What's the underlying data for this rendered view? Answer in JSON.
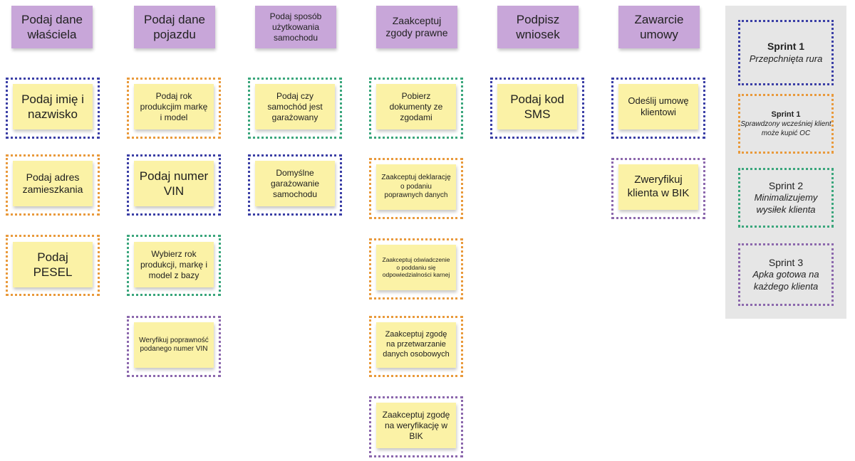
{
  "headers": [
    {
      "text": "Podaj dane właściela"
    },
    {
      "text": "Podaj dane pojazdu"
    },
    {
      "text": "Podaj sposób użytkowania samochodu"
    },
    {
      "text": "Zaakceptuj zgody prawne"
    },
    {
      "text": "Podpisz wniosek"
    },
    {
      "text": "Zawarcie umowy"
    }
  ],
  "cards": [
    {
      "text": "Podaj imię i nazwisko",
      "sprint": "blue"
    },
    {
      "text": "Podaj adres zamieszkania",
      "sprint": "orange"
    },
    {
      "text": "Podaj PESEL",
      "sprint": "orange"
    },
    {
      "text": "Podaj rok produkcjim markę i model",
      "sprint": "orange"
    },
    {
      "text": "Podaj numer VIN",
      "sprint": "blue"
    },
    {
      "text": "Wybierz rok produkcji, markę i model z bazy",
      "sprint": "green"
    },
    {
      "text": "Weryfikuj poprawność podanego numer VIN",
      "sprint": "purple"
    },
    {
      "text": "Podaj czy samochód jest garażowany",
      "sprint": "green"
    },
    {
      "text": "Domyślne garażowanie samochodu",
      "sprint": "blue"
    },
    {
      "text": "Pobierz dokumenty ze zgodami",
      "sprint": "green"
    },
    {
      "text": "Zaakceptuj deklarację o podaniu poprawnych danych",
      "sprint": "orange"
    },
    {
      "text": "Zaakceptuj oświadczenie o poddaniu się odpowiedzialności karnej",
      "sprint": "orange"
    },
    {
      "text": "Zaakceptuj zgodę na przetwarzanie danych osobowych",
      "sprint": "orange"
    },
    {
      "text": "Zaakceptuj zgodę na weryfikację w BIK",
      "sprint": "purple"
    },
    {
      "text": "Podaj kod SMS",
      "sprint": "blue"
    },
    {
      "text": "Odeślij umowę klientowi",
      "sprint": "blue"
    },
    {
      "text": "Zweryfikuj klienta w BIK",
      "sprint": "purple"
    }
  ],
  "legend": [
    {
      "title": "Sprint 1",
      "subtitle": "Przepchnięta rura",
      "sprint": "blue"
    },
    {
      "title": "Sprint 1",
      "subtitle": "Sprawdzony wcześniej klient może kupić OC",
      "sprint": "orange"
    },
    {
      "title": "Sprint 2",
      "subtitle": "Minimalizujemy wysiłek klienta",
      "sprint": "green"
    },
    {
      "title": "Sprint 3",
      "subtitle": "Apka gotowa na każdego klienta",
      "sprint": "purple"
    }
  ],
  "colors": {
    "header_note": "#c8a6d9",
    "sticky_note": "#fbf2a6",
    "legend_bg": "#e6e6e6",
    "blue": "#3b3fa6",
    "orange": "#e99a3c",
    "green": "#3aa67c",
    "purple": "#8c68ad"
  }
}
